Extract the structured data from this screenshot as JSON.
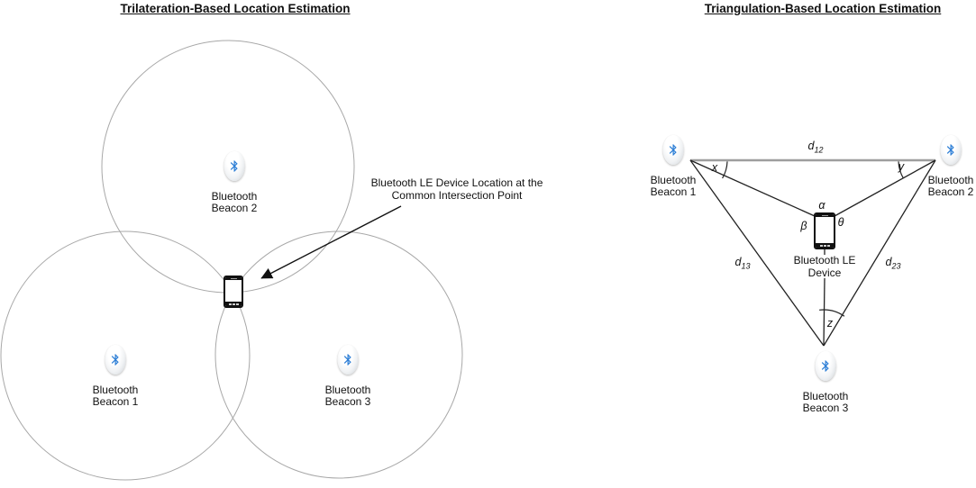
{
  "left_panel": {
    "title": "Trilateration-Based Location Estimation",
    "beacons": [
      {
        "line1": "Bluetooth",
        "line2": "Beacon 2"
      },
      {
        "line1": "Bluetooth",
        "line2": "Beacon 1"
      },
      {
        "line1": "Bluetooth",
        "line2": "Beacon 3"
      }
    ],
    "annotation": {
      "line1": "Bluetooth LE Device Location at the",
      "line2": "Common Intersection Point"
    }
  },
  "right_panel": {
    "title": "Triangulation-Based Location Estimation",
    "beacons": [
      {
        "line1": "Bluetooth",
        "line2": "Beacon 1"
      },
      {
        "line1": "Bluetooth",
        "line2": "Beacon 2"
      },
      {
        "line1": "Bluetooth",
        "line2": "Beacon 3"
      }
    ],
    "device_label": {
      "line1": "Bluetooth LE",
      "line2": "Device"
    },
    "angle_labels": {
      "x": "x",
      "y": "y",
      "z": "z",
      "alpha": "α",
      "beta": "β",
      "theta": "θ"
    },
    "distance_labels": {
      "d12": {
        "base": "d",
        "sub": "12"
      },
      "d13": {
        "base": "d",
        "sub": "13"
      },
      "d23": {
        "base": "d",
        "sub": "23"
      }
    }
  },
  "colors": {
    "background": "#ffffff",
    "bluetooth_blue": "#2e7fd6",
    "range_circle_stroke": "#a8a8a8",
    "triangle_line": "#222222",
    "d12_line_gray": "#9e9e9e",
    "text": "#111111"
  }
}
